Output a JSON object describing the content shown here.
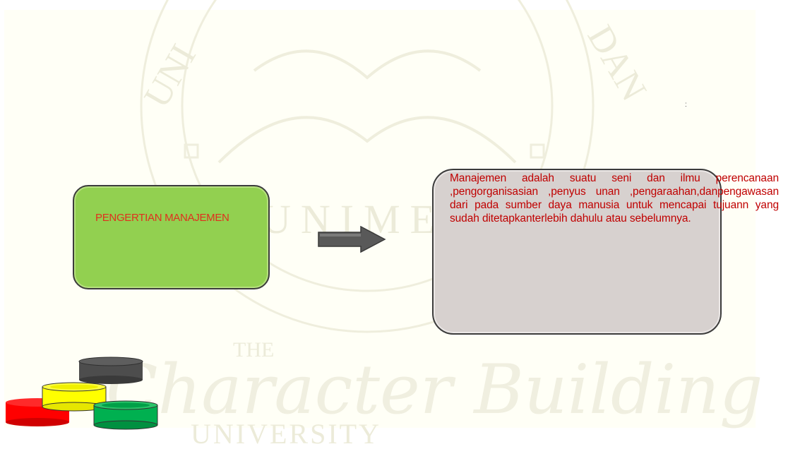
{
  "slide": {
    "concept_label": "PENGERTIAN MANAJEMEN",
    "definition_text": "Manajemen adalah suatu seni dan ilmu perencanaan ,pengorganisasian ,penyus unan ,pengaraahan,danpengawasan dari pada sumber daya manusia untuk mencapai tujuann yang sudah ditetapkanterlebih dahulu atau sebelumnya.",
    "stray_mark": ":"
  },
  "watermark": {
    "line1": "THE",
    "line2": "Character Building",
    "line3": "UNIVERSITY",
    "seal_left": "UNI",
    "seal_right": "DAN",
    "seal_bottom": "UNIMED"
  },
  "colors": {
    "concept_fill": "#92d050",
    "concept_text": "#e0301e",
    "definition_fill": "#d7d1cf",
    "definition_text": "#c00000",
    "arrow": "#595959",
    "disc_gray": "#4d4d4d",
    "disc_yellow": "#ffff00",
    "disc_green": "#00b050",
    "disc_red": "#ff0000"
  }
}
